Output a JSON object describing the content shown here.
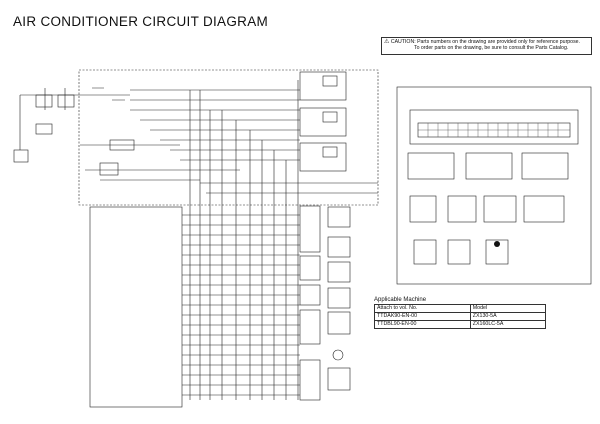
{
  "title": "AIR CONDITIONER CIRCUIT DIAGRAM",
  "caution": {
    "icon": "warning-triangle-icon",
    "line1": "CAUTION: Parts numbers on the drawing are provided only for reference purpose.",
    "line2": "To order parts on the drawing, be sure to consult the Parts Catalog."
  },
  "applicable": {
    "heading": "Applicable Machine",
    "columns": [
      "Attach to vol. No.",
      "Model"
    ],
    "rows": [
      [
        "TTDAK90-EN-00",
        "ZX130-5A"
      ],
      [
        "TTDBL90-EN-00",
        "ZX160LC-5A"
      ]
    ]
  }
}
